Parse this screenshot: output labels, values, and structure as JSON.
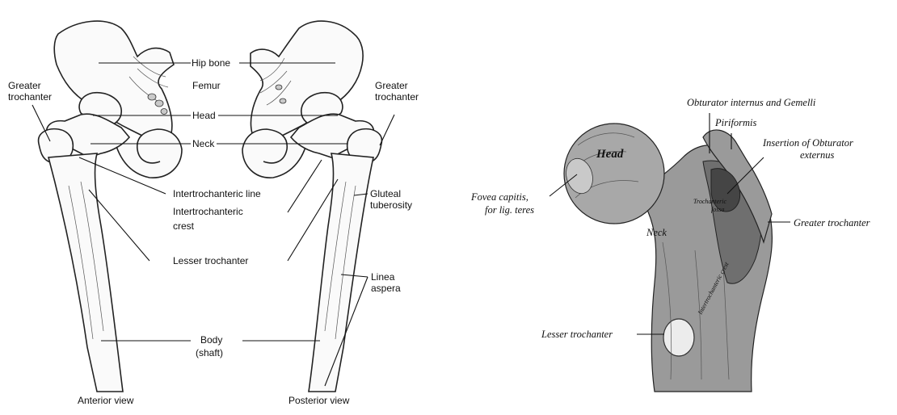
{
  "left_figure": {
    "labels": {
      "hip_bone": "Hip bone",
      "femur": "Femur",
      "head": "Head",
      "neck": "Neck",
      "greater_trochanter_left": "Greater trochanter",
      "greater_trochanter_right": "Greater trochanter",
      "intertrochanteric_line": "Intertrochanteric line",
      "intertrochanteric_crest": "Intertrochanteric crest",
      "gluteal_tuberosity": "Gluteal tuberosity",
      "lesser_trochanter": "Lesser trochanter",
      "linea_aspera": "Linea aspera",
      "body_shaft": "Body (shaft)"
    },
    "view_labels": {
      "anterior": "Anterior view",
      "posterior": "Posterior view"
    }
  },
  "right_figure": {
    "labels": {
      "head": "Head",
      "neck": "Neck",
      "obturator_internus": "Obturator internus and Gemelli",
      "piriformis": "Piriformis",
      "insertion_obturator_externus": "Insertion of Obturator externus",
      "fovea_capitis": "Fovea capitis, for lig. teres",
      "trochanteric_fossa": "Trochanteric fossa",
      "intertrochanteric_crest": "Intertrochanteric crest",
      "greater_trochanter": "Greater trochanter",
      "lesser_trochanter": "Lesser trochanter"
    }
  }
}
